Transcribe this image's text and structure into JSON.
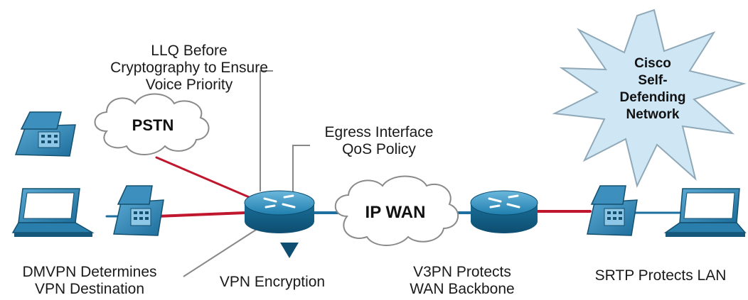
{
  "callouts": {
    "llq": [
      "LLQ Before",
      "Cryptography to Ensure",
      "Voice Priority"
    ],
    "egress": [
      "Egress Interface",
      "QoS Policy"
    ],
    "dmvpn": [
      "DMVPN Determines",
      "VPN Destination"
    ],
    "vpn_encryption": "VPN Encryption",
    "v3pn": [
      "V3PN Protects",
      "WAN Backbone"
    ],
    "srtp": "SRTP Protects LAN"
  },
  "clouds": {
    "pstn": "PSTN",
    "ipwan": "IP WAN"
  },
  "starburst": [
    "Cisco",
    "Self-",
    "Defending",
    "Network"
  ],
  "colors": {
    "voice_link": "#c0172e",
    "data_link": "#1d6fa0",
    "router": "#1f7fae",
    "starburst_fill": "#cfe6f5",
    "callout_line": "#888888"
  },
  "icons": [
    "telephone-icon",
    "laptop-icon",
    "router-icon",
    "cloud-icon",
    "starburst-icon",
    "arrow-down-icon"
  ]
}
